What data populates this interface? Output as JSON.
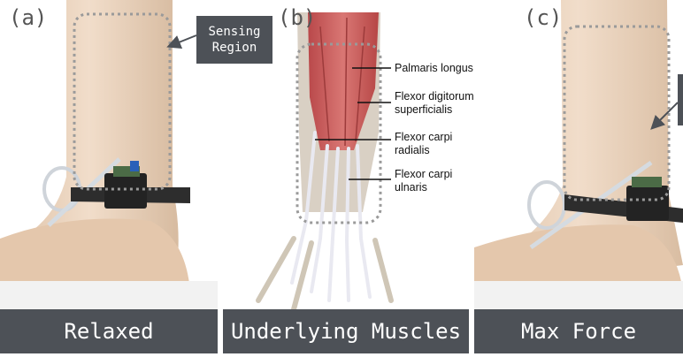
{
  "panels": [
    {
      "letter": "(a)",
      "caption": "Relaxed"
    },
    {
      "letter": "(b)",
      "caption": "Underlying Muscles"
    },
    {
      "letter": "(c)",
      "caption": "Max Force"
    }
  ],
  "callout": {
    "line1": "Sensing",
    "line2": "Region"
  },
  "muscles": [
    {
      "line1": "Palmaris longus",
      "line2": ""
    },
    {
      "line1": "Flexor digitorum",
      "line2": "superficialis"
    },
    {
      "line1": "Flexor carpi",
      "line2": "radialis"
    },
    {
      "line1": "Flexor carpi",
      "line2": "ulnaris"
    }
  ],
  "colors": {
    "caption_bar": "#4d5157",
    "skin": "#ecd7c3",
    "muscle": "#c85a58",
    "tendon": "#e8e8f0",
    "strap": "#2a2a2a",
    "dotted": "#9a9a9a"
  }
}
